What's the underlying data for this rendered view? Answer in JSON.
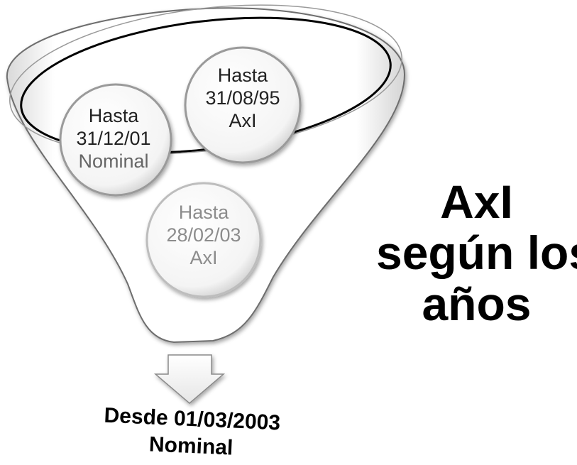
{
  "circles": {
    "left": {
      "line1": "Hasta",
      "line2": "31/12/01",
      "line3": "Nominal"
    },
    "right": {
      "line1": "Hasta",
      "line2": "31/08/95",
      "line3": "AxI"
    },
    "bottom": {
      "line1": "Hasta",
      "line2": "28/02/03",
      "line3": "AxI"
    }
  },
  "side_title": {
    "line1": "AxI",
    "line2": "según los",
    "line3": "años"
  },
  "result": {
    "line1": "Desde 01/03/2003",
    "line2": "Nominal"
  },
  "colors": {
    "funnel_fill": "#ffffff",
    "funnel_stroke": "#6e6e6e",
    "funnel_rim": "#000000",
    "circle_fill": "#ffffff",
    "circle_stroke": "#9a9a9a",
    "dark_text": "#222222",
    "light_text": "#8c8c8c"
  }
}
